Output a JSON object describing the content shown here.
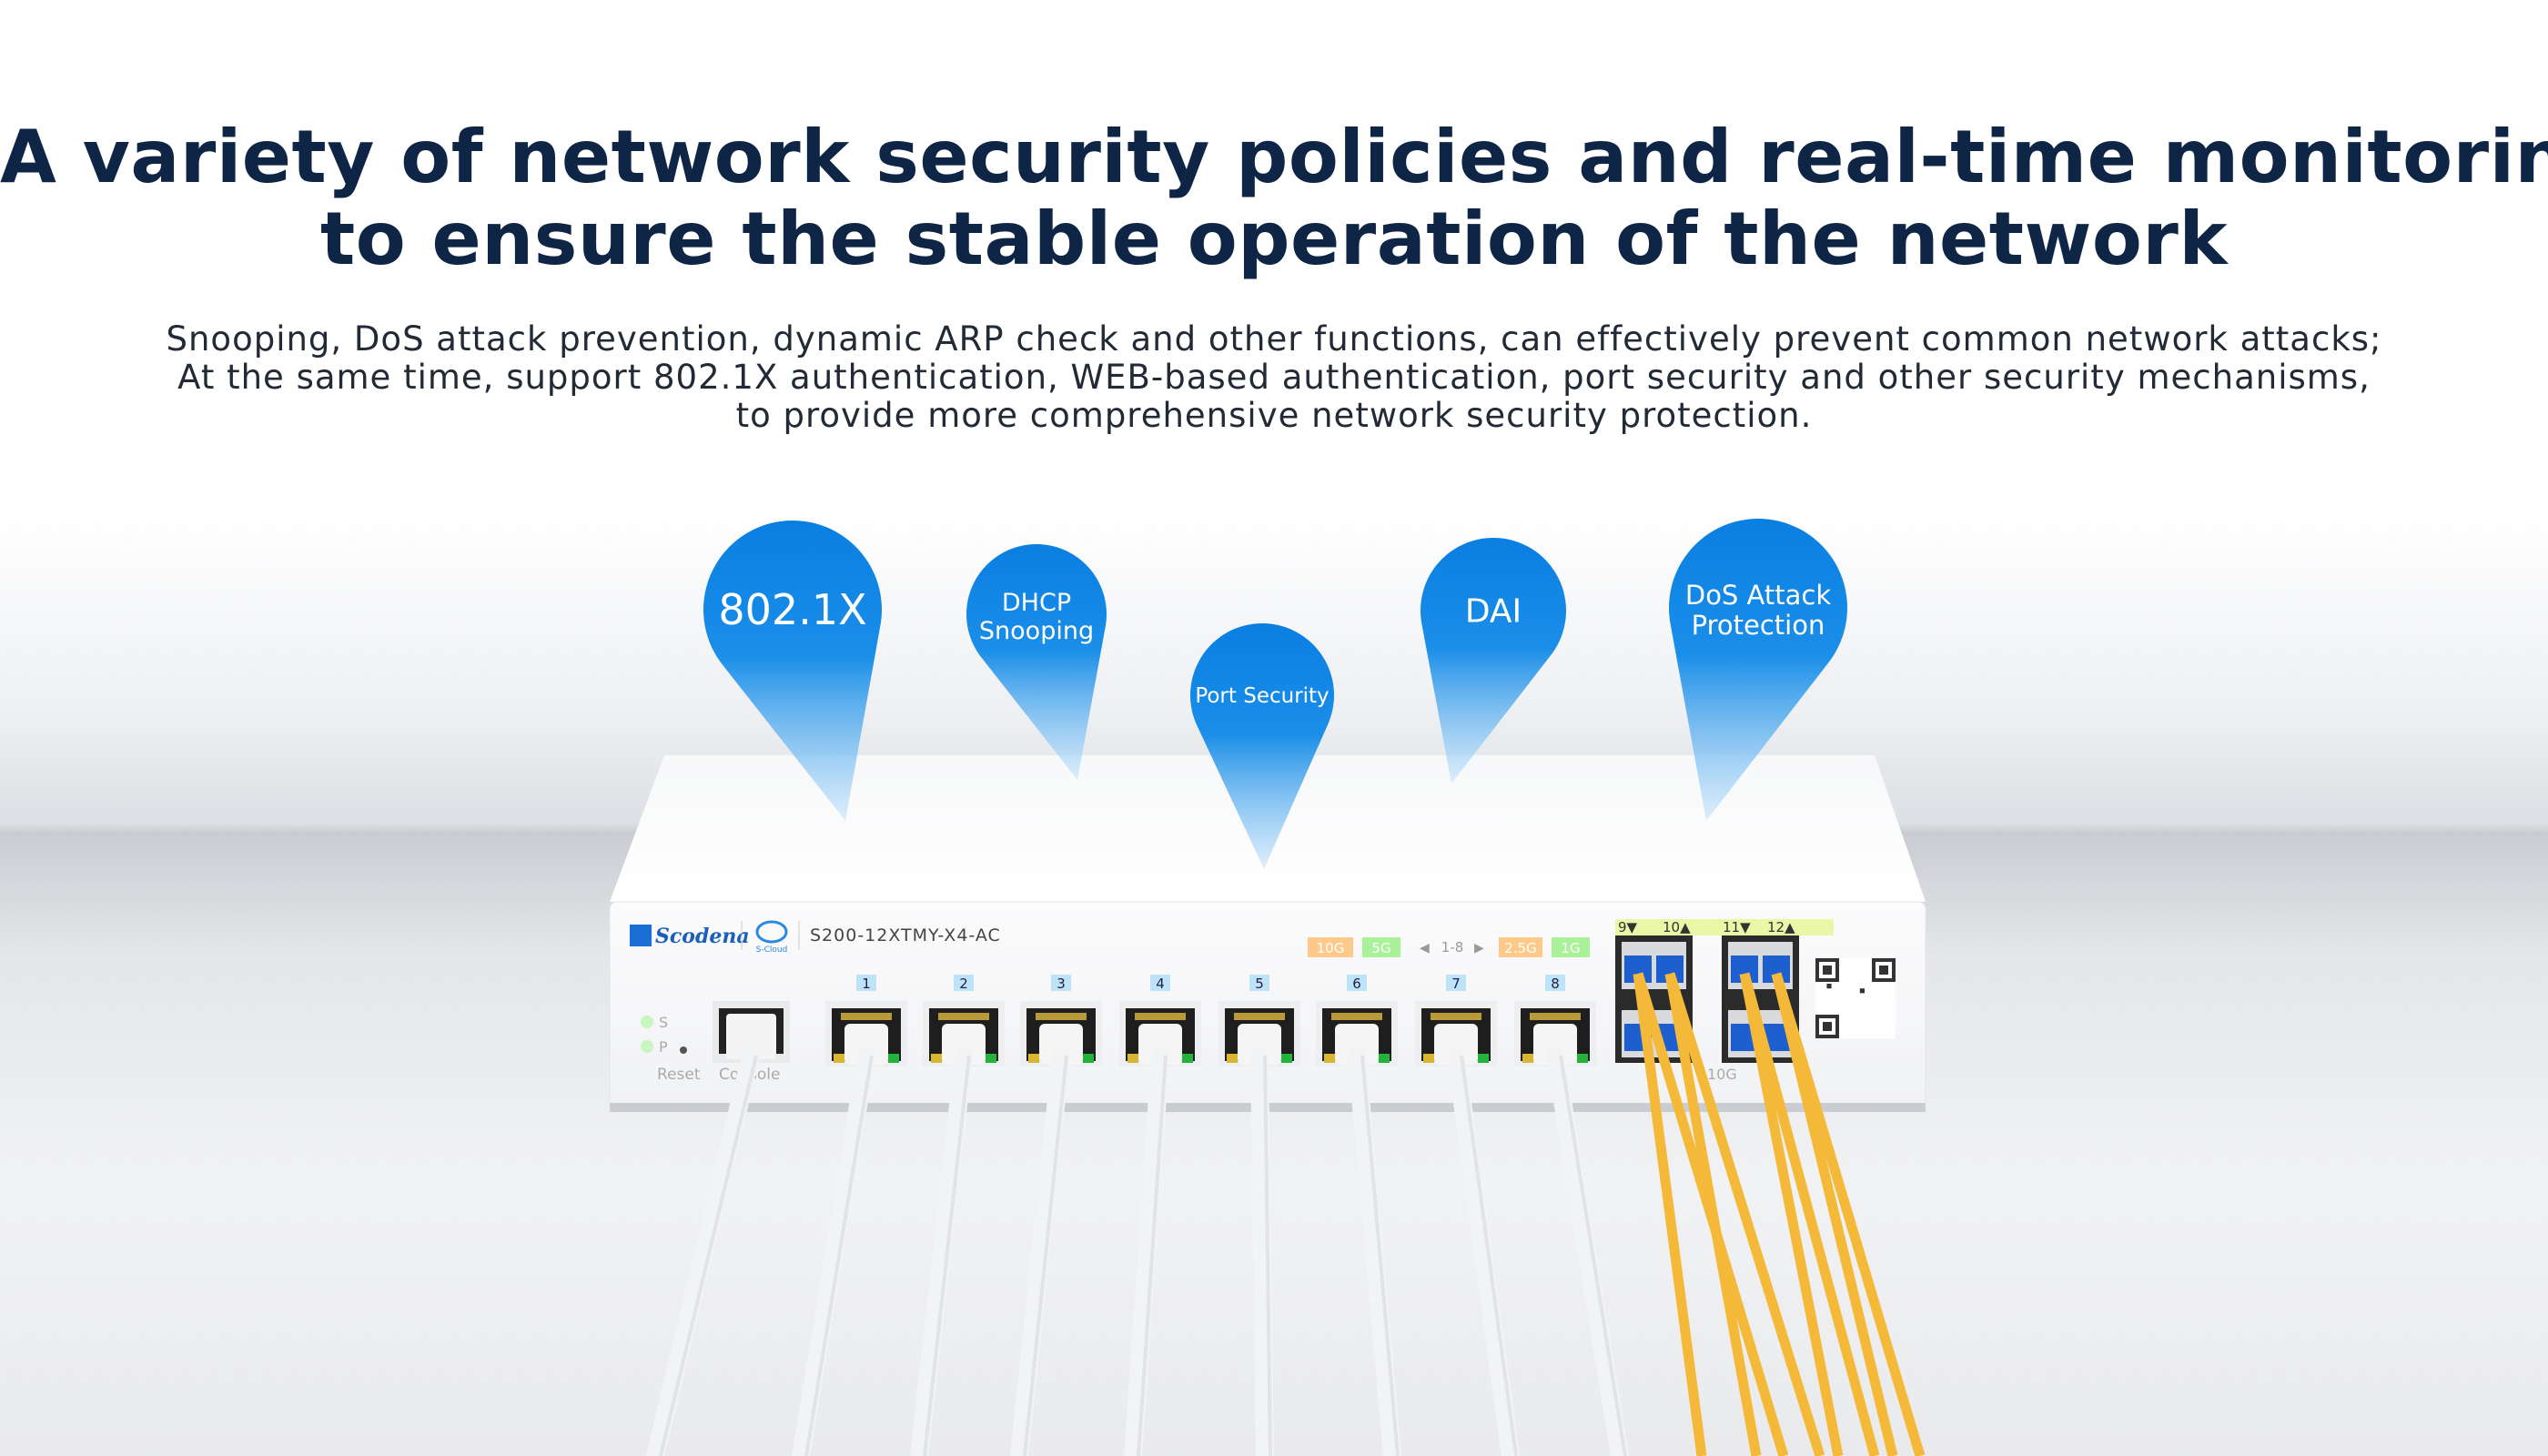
{
  "headline": {
    "line1": "A variety of network security policies and real-time monitoring",
    "line2": "to ensure the stable operation of the network"
  },
  "description": {
    "line1": "Snooping, DoS attack prevention, dynamic ARP check and other functions, can effectively prevent common network attacks;",
    "line2": "At the same time, support 802.1X authentication, WEB-based authentication, port security and other security mechanisms,",
    "line3": "to provide more comprehensive network security protection."
  },
  "pins": [
    {
      "line1": "802.1X",
      "line2": ""
    },
    {
      "line1": "DHCP",
      "line2": "Snooping"
    },
    {
      "line1": "Port Security",
      "line2": ""
    },
    {
      "line1": "DAI",
      "line2": ""
    },
    {
      "line1": "DoS Attack",
      "line2": "Protection"
    }
  ],
  "device": {
    "brand": "Scodena",
    "cloud": "S-Cloud",
    "model": "S200-12XTMY-X4-AC",
    "speed_legend": {
      "a": "10G",
      "b": "5G",
      "range": "1-8",
      "c": "2.5G",
      "d": "1G"
    },
    "leds": [
      "S",
      "P"
    ],
    "reset_label": "Reset",
    "console_label": "Console",
    "ports": [
      "1",
      "2",
      "3",
      "4",
      "5",
      "6",
      "7",
      "8"
    ],
    "sfp_labels": [
      "9▼",
      "10▲",
      "11▼",
      "12▲"
    ],
    "sfp_speed": "10G",
    "colors": {
      "orange": "#ffc98a",
      "green": "#a9f29a",
      "sfp_band": "#e9f7a6",
      "pin_blue": "#0a7fe2",
      "fiber": "#f5b93a"
    }
  }
}
